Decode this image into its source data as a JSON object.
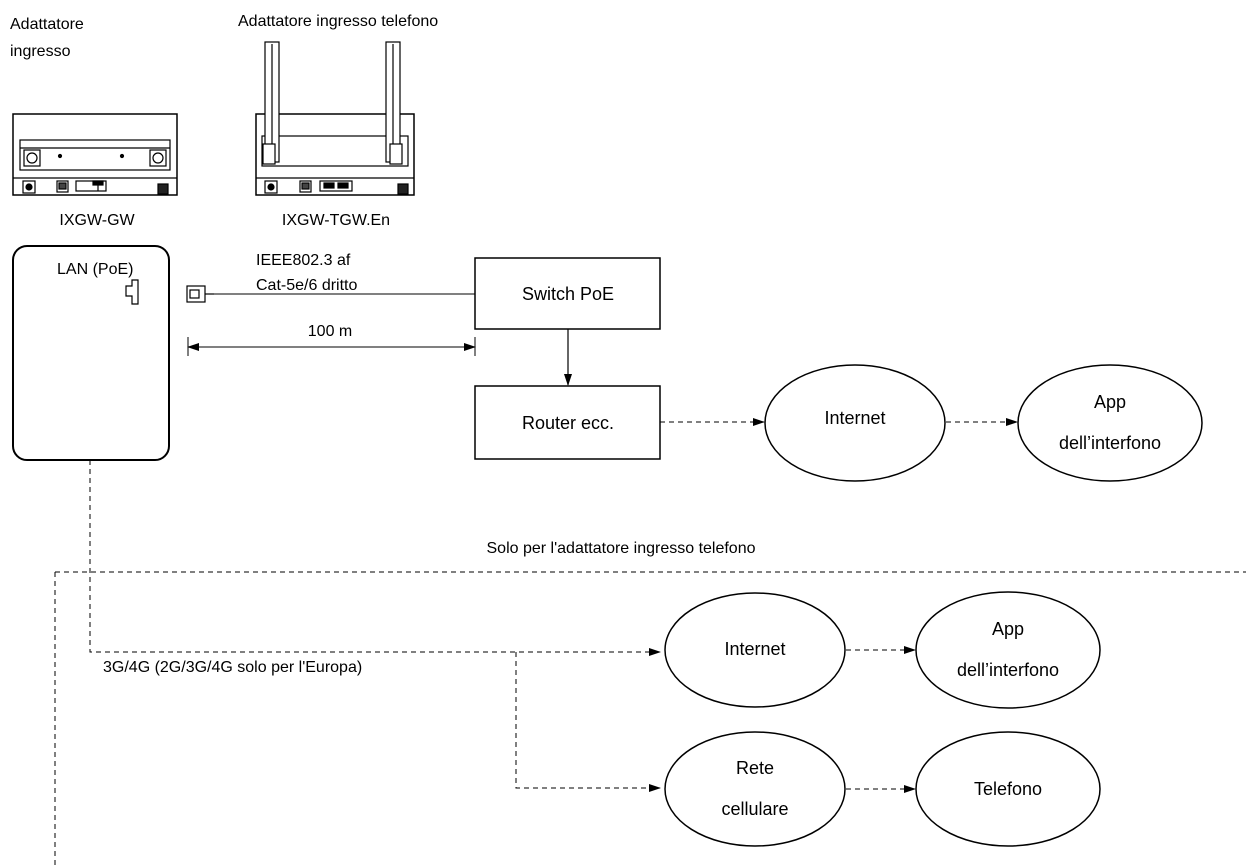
{
  "devices": {
    "gw_title": "Adattatore\ningresso",
    "gw_model": "IXGW-GW",
    "tgw_title": "Adattatore ingresso telefono",
    "tgw_model": "IXGW-TGW.En",
    "port_label": "LAN (PoE)"
  },
  "cable": {
    "spec": "IEEE802.3 af\nCat-5e/6 dritto",
    "distance": "100 m"
  },
  "nodes": {
    "switch": "Switch PoE",
    "router": "Router ecc.",
    "internet_1": "Internet",
    "app_1": "App\ndell’interfono",
    "internet_2": "Internet",
    "app_2": "App\ndell’interfono",
    "cellular": "Rete\ncellulare",
    "phone": "Telefono"
  },
  "cellular_section": {
    "note": "Solo per l'adattatore ingresso telefono",
    "connection": "3G/4G (2G/3G/4G solo per l'Europa)"
  }
}
